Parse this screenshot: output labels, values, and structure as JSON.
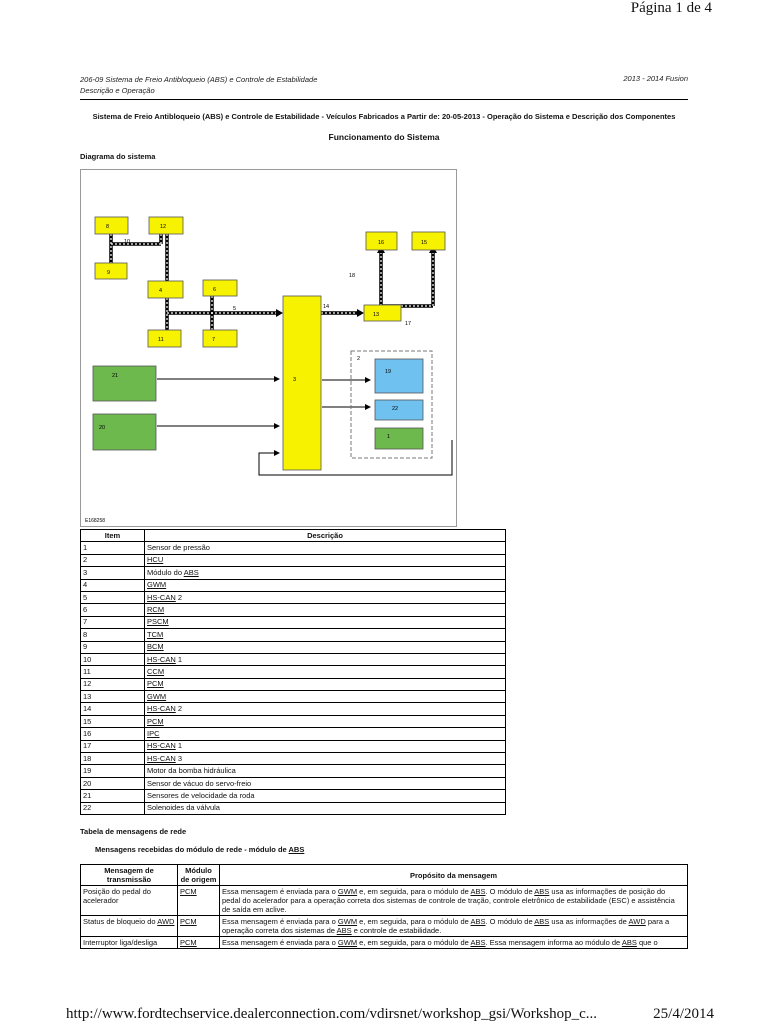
{
  "page_number": "Página 1 de 4",
  "header": {
    "left_line1": "206-09 Sistema de Freio Antibloqueio (ABS) e Controle de Estabilidade",
    "left_line2": "Descrição e Operação",
    "right": "2013 - 2014 Fusion"
  },
  "document_title": "Sistema de Freio Antibloqueio (ABS) e Controle de Estabilidade - Veículos Fabricados a Partir de: 20-05-2013 - Operação do Sistema e Descrição dos Componentes",
  "section_title": "Funcionamento do Sistema",
  "diagram_label": "Diagrama do sistema",
  "diagram": {
    "image_id": "E168258",
    "colors": {
      "yellow": "#f7f200",
      "green": "#6db94d",
      "blue": "#6fc2ef",
      "line": "#000000"
    },
    "boxes": [
      "8",
      "12",
      "9",
      "4",
      "6",
      "11",
      "7",
      "3",
      "13",
      "16",
      "15",
      "21",
      "20",
      "19",
      "22",
      "1"
    ],
    "line_labels": [
      "10",
      "5",
      "14",
      "18",
      "17",
      "2"
    ]
  },
  "items_table": {
    "headers": [
      "Item",
      "Descrição"
    ],
    "rows": [
      {
        "item": "1",
        "pre": "Sensor de pressão",
        "link": "",
        "post": ""
      },
      {
        "item": "2",
        "pre": "",
        "link": "HCU",
        "post": ""
      },
      {
        "item": "3",
        "pre": "Módulo do ",
        "link": "ABS",
        "post": ""
      },
      {
        "item": "4",
        "pre": "",
        "link": "GWM",
        "post": ""
      },
      {
        "item": "5",
        "pre": "",
        "link": "HS-CAN",
        "post": " 2"
      },
      {
        "item": "6",
        "pre": "",
        "link": "RCM",
        "post": ""
      },
      {
        "item": "7",
        "pre": "",
        "link": "PSCM",
        "post": ""
      },
      {
        "item": "8",
        "pre": "",
        "link": "TCM",
        "post": ""
      },
      {
        "item": "9",
        "pre": "",
        "link": "BCM",
        "post": ""
      },
      {
        "item": "10",
        "pre": "",
        "link": "HS-CAN",
        "post": " 1"
      },
      {
        "item": "11",
        "pre": "",
        "link": "CCM",
        "post": ""
      },
      {
        "item": "12",
        "pre": "",
        "link": "PCM",
        "post": ""
      },
      {
        "item": "13",
        "pre": "",
        "link": "GWM",
        "post": ""
      },
      {
        "item": "14",
        "pre": "",
        "link": "HS-CAN",
        "post": " 2"
      },
      {
        "item": "15",
        "pre": "",
        "link": "PCM",
        "post": ""
      },
      {
        "item": "16",
        "pre": "",
        "link": "IPC",
        "post": ""
      },
      {
        "item": "17",
        "pre": "",
        "link": "HS-CAN",
        "post": " 1"
      },
      {
        "item": "18",
        "pre": "",
        "link": "HS-CAN",
        "post": " 3"
      },
      {
        "item": "19",
        "pre": "Motor da bomba hidráulica",
        "link": "",
        "post": ""
      },
      {
        "item": "20",
        "pre": "Sensor de vácuo do servo-freio",
        "link": "",
        "post": ""
      },
      {
        "item": "21",
        "pre": "Sensores de velocidade da roda",
        "link": "",
        "post": ""
      },
      {
        "item": "22",
        "pre": "Solenoides da válvula",
        "link": "",
        "post": ""
      }
    ]
  },
  "message_table_title": "Tabela de mensagens de rede",
  "message_subtitle": {
    "pre": "Mensagens recebidas do módulo de rede - módulo de ",
    "link": "ABS"
  },
  "message_table": {
    "headers": [
      "Mensagem de transmissão",
      "Módulo de origem",
      "Propósito da mensagem"
    ],
    "rows": [
      {
        "message": "Posição do pedal do acelerador",
        "origin": "PCM",
        "parts": [
          {
            "t": "Essa mensagem é enviada para o "
          },
          {
            "t": "GWM",
            "u": true
          },
          {
            "t": " e, em seguida, para o módulo de "
          },
          {
            "t": "ABS",
            "u": true
          },
          {
            "t": ". O módulo de "
          },
          {
            "t": "ABS",
            "u": true
          },
          {
            "t": " usa as informações de posição do pedal do acelerador para a operação correta dos sistemas de controle de tração, controle eletrônico de estabilidade (ESC) e assistência de saída em aclive."
          }
        ]
      },
      {
        "message": "Status de bloqueio do ",
        "message_link": "AWD",
        "origin": "PCM",
        "parts": [
          {
            "t": "Essa mensagem é enviada para o "
          },
          {
            "t": "GWM",
            "u": true
          },
          {
            "t": " e, em seguida, para o módulo de "
          },
          {
            "t": "ABS",
            "u": true
          },
          {
            "t": ". O módulo de "
          },
          {
            "t": "ABS",
            "u": true
          },
          {
            "t": " usa as informações de "
          },
          {
            "t": "AWD",
            "u": true
          },
          {
            "t": " para a operação correta dos sistemas de "
          },
          {
            "t": "ABS",
            "u": true
          },
          {
            "t": " e controle de estabilidade."
          }
        ]
      },
      {
        "message": "Interruptor liga/desliga",
        "origin": "PCM",
        "parts": [
          {
            "t": "Essa mensagem é enviada para o "
          },
          {
            "t": "GWM",
            "u": true
          },
          {
            "t": " e, em seguida, para o módulo de "
          },
          {
            "t": "ABS",
            "u": true
          },
          {
            "t": ". Essa mensagem informa ao módulo de "
          },
          {
            "t": "ABS",
            "u": true
          },
          {
            "t": " que o"
          }
        ]
      }
    ]
  },
  "footer": {
    "url": "http://www.fordtechservice.dealerconnection.com/vdirsnet/workshop_gsi/Workshop_c...",
    "date": "25/4/2014"
  }
}
